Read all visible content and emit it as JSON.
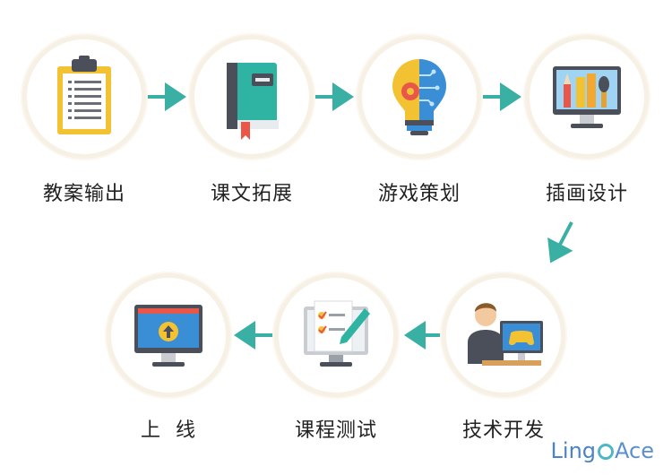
{
  "steps": [
    {
      "label": "教案输出",
      "icon": "clipboard-icon"
    },
    {
      "label": "课文拓展",
      "icon": "book-icon"
    },
    {
      "label": "游戏策划",
      "icon": "lightbulb-gear-icon"
    },
    {
      "label": "插画设计",
      "icon": "monitor-paint-icon"
    },
    {
      "label": "技术开发",
      "icon": "developer-gamepad-icon"
    },
    {
      "label": "课程测试",
      "icon": "monitor-checklist-icon"
    },
    {
      "label": "上  线",
      "icon": "monitor-upload-icon"
    }
  ],
  "logo": {
    "text_a": "Ling",
    "text_b": "Ace"
  },
  "colors": {
    "arrow": "#3aafa3",
    "ring": "#f7f0e4",
    "label": "#222222"
  }
}
